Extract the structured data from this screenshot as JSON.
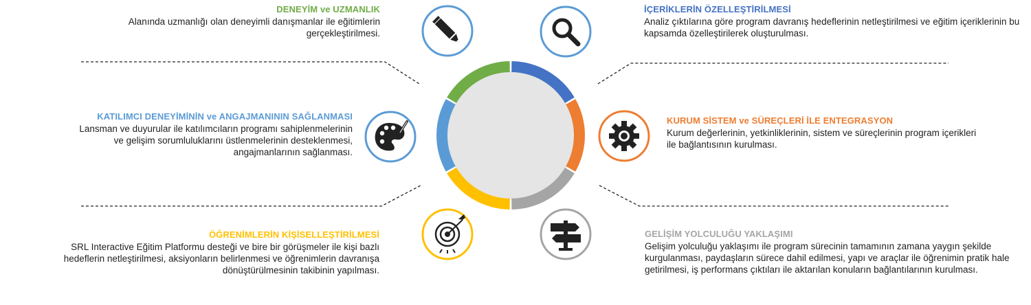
{
  "colors": {
    "green": "#70ad47",
    "blue_dark": "#4472c4",
    "orange": "#ed7d31",
    "gray": "#a5a5a5",
    "yellow": "#ffc000",
    "blue_light": "#5b9bd5",
    "ring_fill": "#e5e5e5"
  },
  "items": [
    {
      "key": "experience",
      "title": "DENEYİM ve UZMANLIK",
      "text": "Alanında uzmanlığı olan deneyimli danışmanlar ile eğitimlerin gerçekleştirilmesi.",
      "color": "#70ad47",
      "icon": "pencil-icon"
    },
    {
      "key": "customization",
      "title": "İÇERİKLERİN ÖZELLEŞTİRİLMESİ",
      "text": "Analiz çıktılarına göre program davranış hedeflerinin netleştirilmesi ve eğitim içeriklerinin bu kapsamda özelleştirilerek oluşturulması.",
      "color": "#4472c4",
      "icon": "magnifier-icon"
    },
    {
      "key": "participant",
      "title": "KATILIMCI DENEYİMİNİN ve ANGAJMANININ SAĞLANMASI",
      "text": "Lansman ve duyurular ile katılımcıların programı sahiplenmelerinin ve gelişim sorumluluklarını üstlenmelerinin desteklenmesi, angajmanlarının sağlanması.",
      "color": "#5b9bd5",
      "icon": "palette-icon"
    },
    {
      "key": "integration",
      "title": "KURUM SİSTEM ve SÜREÇLERİ İLE ENTEGRASYON",
      "text": "Kurum değerlerinin, yetkinliklerinin, sistem ve süreçlerinin program içerikleri ile bağlantısının kurulması.",
      "color": "#ed7d31",
      "icon": "gear-icon"
    },
    {
      "key": "personalization",
      "title": "ÖĞRENİMLERİN KİŞİSELLEŞTİRİLMESİ",
      "text": "SRL Interactive Eğitim Platformu desteği ve bire bir görüşmeler ile kişi bazlı hedeflerin netleştirilmesi, aksiyonların belirlenmesi ve öğrenimlerin davranışa dönüştürülmesinin takibinin yapılması.",
      "color": "#ffc000",
      "icon": "target-icon"
    },
    {
      "key": "journey",
      "title": "GELİŞİM YOLCULUĞU YAKLAŞIMI",
      "text": "Gelişim yolculuğu yaklaşımı ile program sürecinin tamamının zamana yaygın şekilde kurgulanması, paydaşların sürece dahil edilmesi, yapı ve araçlar ile öğrenimin pratik hale getirilmesi, iş performans çıktıları ile aktarılan konuların bağlantılarının kurulması.",
      "color": "#a5a5a5",
      "icon": "signpost-icon"
    }
  ]
}
